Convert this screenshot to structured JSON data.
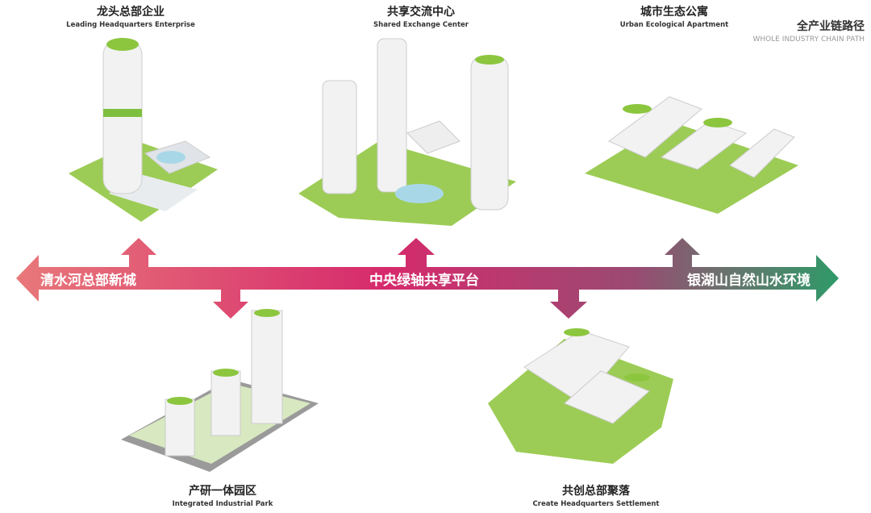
{
  "corner": {
    "title_cn": "全产业链路径",
    "title_en": "WHOLE INDUSTRY CHAIN PATH"
  },
  "axis": {
    "left": "清水河总部新城",
    "center": "中央绿轴共享平台",
    "right": "银湖山自然山水环境",
    "colors": {
      "left": "#e8787a",
      "center": "#d62a6c",
      "right": "#2e9a68"
    }
  },
  "nodes": [
    {
      "cn": "龙头总部企业",
      "en": "Leading Headquarters Enterprise"
    },
    {
      "cn": "共享交流中心",
      "en": "Shared Exchange Center"
    },
    {
      "cn": "城市生态公寓",
      "en": "Urban Ecological Apartment"
    },
    {
      "cn": "产研一体园区",
      "en": "Integrated Industrial Park"
    },
    {
      "cn": "共创总部聚落",
      "en": "Create Headquarters Settlement"
    }
  ]
}
